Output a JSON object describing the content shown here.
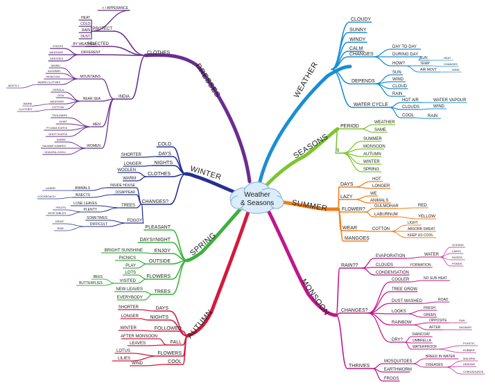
{
  "center": {
    "title_line1": "Weather",
    "title_line2": "& Seasons",
    "fill": "#dcecfa",
    "stroke": "#8cb8de"
  },
  "branches": {
    "dresses": {
      "label": "DRESSES",
      "color": "#6a2d8f",
      "items": {
        "clothes": "CLOTHES",
        "appearance": "+ / APPERANCE",
        "protect": "PROTECT",
        "heat": "HEAT",
        "cold": "COLD",
        "rain": "RAIN",
        "dust": "DUST",
        "selected": "SELECTED",
        "by_weather": "BY WEATHER",
        "different": "DIFFERENT",
        "states": "STATES",
        "weather": "WEATHER",
        "dresses": "DRESSES",
        "india": "INDIA",
        "mountains": "MOUNTAINS",
        "jammu": "JAMMU",
        "kashmir": "KASHMIR",
        "himachal": "HIMACHAL",
        "warm_clothes": "WARM CLOTHES",
        "mostly": "MOSTLY",
        "near_sea": "NEAR SEA",
        "kerala": "KERALA",
        "goa": "GOA",
        "sea_weather": "WEATHER",
        "warm": "WARM",
        "cotton": "COTTON",
        "cotton_clothes": "CLOTHES",
        "men": "MEN",
        "trousers": "TROUSERS",
        "shirt": "SHIRT",
        "pyjama_kurta": "PYJAMA KURTA",
        "dhoti_kurta": "DHOTI KURTA",
        "women": "WOMEN",
        "saree": "SAREE",
        "salwar_kameez": "SALWAR KAMEEZ",
        "ghagra_choli": "GHAGRA-CHOLI"
      }
    },
    "weather": {
      "label": "WEATHER",
      "color": "#1a8ed4",
      "items": {
        "cloudy": "CLOUDY",
        "sunny": "SUNNY",
        "windy": "WINDY",
        "calm": "CALM",
        "changes": "CHANGES",
        "day_to_day": "DAY TO DAY",
        "during_day": "DURING DAY",
        "how": "HOW?",
        "sun": "SUN",
        "heat": "HEAT",
        "temp": "TEMP",
        "changes_small": "CHANGES",
        "air_movt": "AIR MOVT",
        "wind": "WIND",
        "depends": "DEPENDS",
        "d_sun": "SUN",
        "d_wind": "WIND",
        "d_cloud": "CLOUD",
        "d_rain": "RAIN",
        "water_cycle": "WATER CYCLE",
        "hot_air": "HOT AIR",
        "water_vapour": "WATER VAPOUR",
        "clouds": "CLOUDS",
        "c_wind": "WIND",
        "cool": "COOL",
        "c_rain": "RAIN"
      }
    },
    "seasons": {
      "label": "SEASONS",
      "color": "#7dc52e",
      "items": {
        "period": "PERIOD",
        "weather": "WEATHER",
        "same": "SAME",
        "five": "5",
        "summer": "SUMMER",
        "monsoon": "MONSOON",
        "autumn": "AUTUMN",
        "winter": "WINTER",
        "spring": "SPRING"
      }
    },
    "summer": {
      "label": "SUMMER",
      "color": "#f07d1a",
      "items": {
        "days": "DAYS",
        "hot": "HOT",
        "longer": "LONGER",
        "lazy": "LAZY",
        "we": "WE",
        "animals": "ANIMALS",
        "flower": "FLOWER?",
        "gulmohar": "GULMOHAR",
        "red": "RED",
        "laburnum": "LABURNUM",
        "yellow": "YELLOW",
        "wear": "WEAR",
        "cotton": "COTTON",
        "light": "LIGHT",
        "absorb_sweat": "ABSORB SWEAT",
        "keep_us_cool": "KEEP US COOL",
        "mangoes": "MANGOES"
      }
    },
    "winter": {
      "label": "WINTER",
      "color": "#25308f",
      "items": {
        "cold": "COLD",
        "days": "DAYS",
        "shorter": "SHORTER",
        "nights": "NIGHTS",
        "longer": "LONGER",
        "clothes": "CLOTHES",
        "woolen": "WOOLEN",
        "warm": "WARM",
        "changes": "CHANGES?",
        "inside_house": "INSIDE HOUSE",
        "animals": "ANIMALS",
        "lizard": "LIZARD",
        "disappear": "DISAPPEAR",
        "insects": "INSECTS",
        "cockroach": "COCKROACH",
        "trees": "TREES",
        "lose_leaves": "LOSE LEAVES",
        "plenty": "PLENTY",
        "fruits": "FRUITS",
        "vegetables": "VEGETABLES",
        "foggy": "FOGGY",
        "sometimes": "SOMETIMES",
        "difficult": "DIFFICULT",
        "drive": "DRIVE",
        "ride": "RIDE"
      }
    },
    "spring": {
      "label": "SPRING",
      "color": "#3bb23b",
      "items": {
        "pleasant": "PLEASANT",
        "days_night": "DAYS=NIGHT",
        "enjoy": "ENJOY",
        "bright_sunshine": "BRIGHT SUNSHINE",
        "outside": "OUTSIDE",
        "picnics": "PICNICS",
        "play": "PLAY",
        "flowers": "FLOWERS",
        "lots": "LOTS",
        "visited": "VISITED",
        "bees": "BEES",
        "butterflies": "BUTTERFLIES",
        "trees": "TREES",
        "new_leaves": "NEW LEAVES",
        "everybody": "EVERYBODY"
      }
    },
    "autumn": {
      "label": "AUTUMN",
      "color": "#d21a3d",
      "items": {
        "days": "DAYS",
        "shorter": "SHORTER",
        "nights": "NIGHTS",
        "longer": "LONGER",
        "followed": "FOLLOWED",
        "winter": "WINTER",
        "fall": "FALL",
        "after_monsoon": "AFTER MONSOON",
        "leaves": "LEAVES",
        "flowers": "FLOWERS",
        "lotus": "LOTUS",
        "lilies": "LILIES",
        "cool": "COOL",
        "wind": "WIND"
      }
    },
    "monsoon": {
      "label": "MONSOON",
      "color": "#c1168a",
      "items": {
        "rain": "RAIN??",
        "evaporation": "EVAPORATION",
        "water": "WATER",
        "oceans": "OCEANS",
        "lakes": "LAKES",
        "rivers": "RIVERS",
        "ponds": "PONDS",
        "clouds": "CLOUDS",
        "formation": "FORMATION",
        "condensation": "CONDENSATION",
        "changes": "CHANGES?",
        "cooler": "COOLER",
        "no_sun_heat": "NO SUN HEAT",
        "tree_grow": "TREE GROW",
        "dust_washed": "DUST WASHED",
        "road": "ROAD",
        "looks": "LOOKS",
        "fresh": "FRESH",
        "green": "GREEN",
        "rainbow": "RAINBOW",
        "opposite": "OPPOSITE",
        "sun": "SUN",
        "after": "AFTER",
        "shower": "SHOWER",
        "dry": "DRY?",
        "raincoat": "RAINCOAT",
        "umbrella": "UMBRELLA",
        "waterproof": "WATERPROOF",
        "plastic": "PLASTIC",
        "rubber": "RUBBER",
        "thrives": "THRIVES",
        "mosquitoes": "MOSQUITOES",
        "breed_in_water": "BREED IN WATER",
        "diseases": "DISEASES",
        "malaria": "MALARIA",
        "dengue": "DENGUE",
        "chikungunya": "CHIKUNGUNYA",
        "earthworm": "EARTHWORM",
        "frogs": "FROGS"
      }
    }
  }
}
